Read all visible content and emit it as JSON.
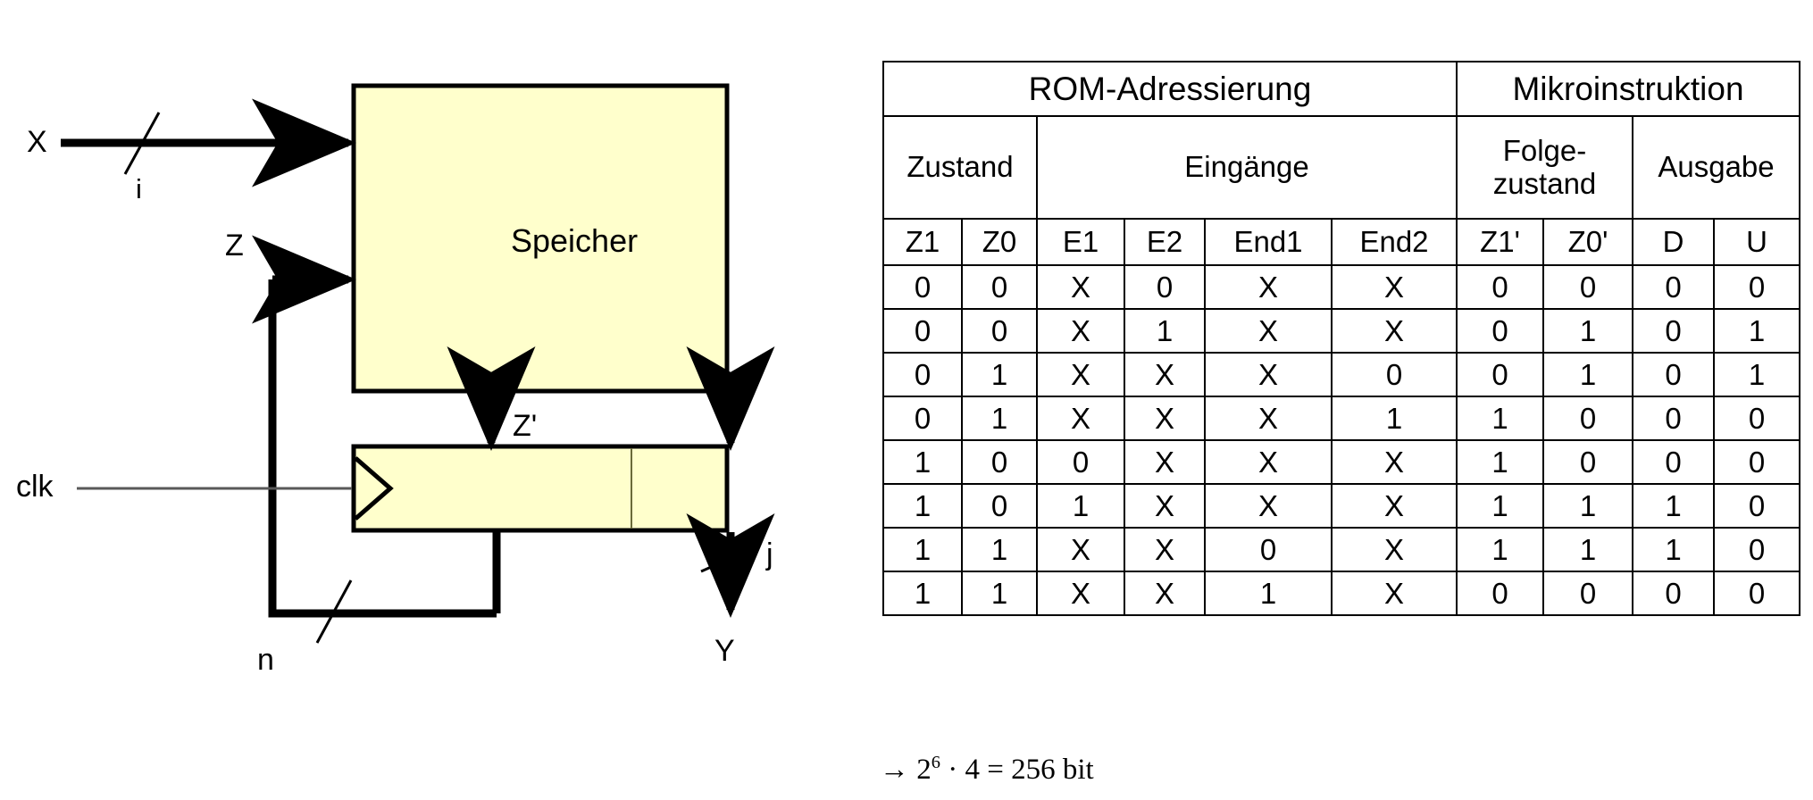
{
  "diagram": {
    "memory_block_label": "Speicher",
    "input_x_label": "X",
    "input_x_width_label": "i",
    "state_label": "Z",
    "next_state_label": "Z'",
    "clock_label": "clk",
    "output_label": "Y",
    "output_width_label": "j",
    "feedback_width_label": "n",
    "fill_color": "#FFFFCC",
    "line_color": "#000000"
  },
  "table": {
    "title_row": [
      {
        "text": "ROM-Adressierung",
        "colspan": 6
      },
      {
        "text": "Mikroinstruktion",
        "colspan": 4
      }
    ],
    "group_row": [
      {
        "text": "Zustand",
        "colspan": 2
      },
      {
        "text": "Eingänge",
        "colspan": 4
      },
      {
        "text": "Folge-\nzustand",
        "colspan": 2
      },
      {
        "text": "Ausgabe",
        "colspan": 2
      }
    ],
    "columns": [
      "Z1",
      "Z0",
      "E1",
      "E2",
      "End1",
      "End2",
      "Z1'",
      "Z0'",
      "D",
      "U"
    ],
    "rows": [
      [
        "0",
        "0",
        "X",
        "0",
        "X",
        "X",
        "0",
        "0",
        "0",
        "0"
      ],
      [
        "0",
        "0",
        "X",
        "1",
        "X",
        "X",
        "0",
        "1",
        "0",
        "1"
      ],
      [
        "0",
        "1",
        "X",
        "X",
        "X",
        "0",
        "0",
        "1",
        "0",
        "1"
      ],
      [
        "0",
        "1",
        "X",
        "X",
        "X",
        "1",
        "1",
        "0",
        "0",
        "0"
      ],
      [
        "1",
        "0",
        "0",
        "X",
        "X",
        "X",
        "1",
        "0",
        "0",
        "0"
      ],
      [
        "1",
        "0",
        "1",
        "X",
        "X",
        "X",
        "1",
        "1",
        "1",
        "0"
      ],
      [
        "1",
        "1",
        "X",
        "X",
        "0",
        "X",
        "1",
        "1",
        "1",
        "0"
      ],
      [
        "1",
        "1",
        "X",
        "X",
        "1",
        "X",
        "0",
        "0",
        "0",
        "0"
      ]
    ]
  },
  "footnote": {
    "arrow": "→",
    "base": "2",
    "exponent": "6",
    "rest": " · 4 = 256 bit"
  }
}
